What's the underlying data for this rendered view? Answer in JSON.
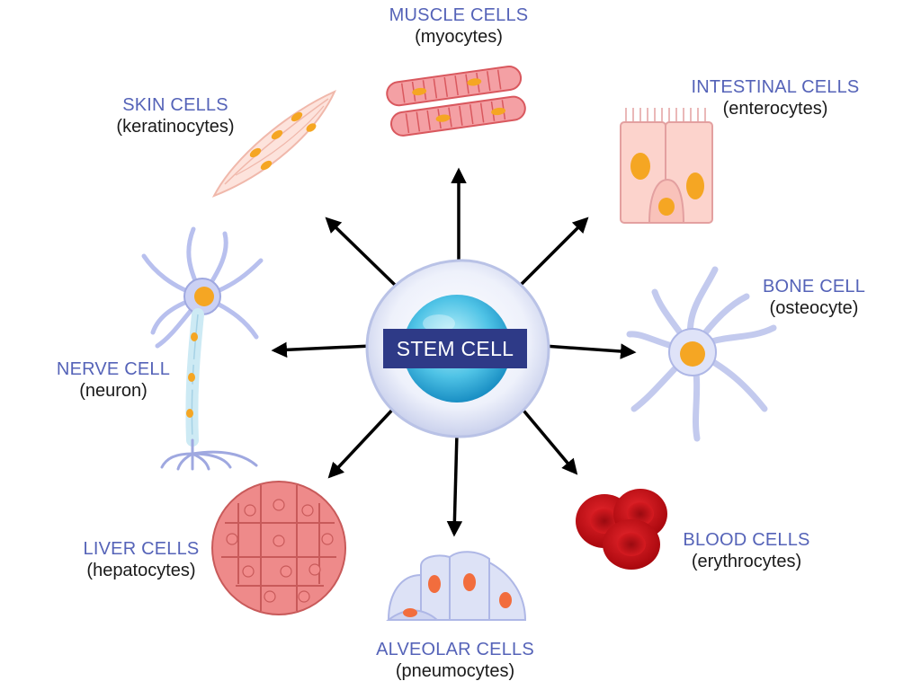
{
  "center": {
    "label": "STEM CELL"
  },
  "cells": [
    {
      "id": "muscle",
      "name": "MUSCLE CELLS",
      "sub": "(myocytes)"
    },
    {
      "id": "intestinal",
      "name": "INTESTINAL CELLS",
      "sub": "(enterocytes)"
    },
    {
      "id": "bone",
      "name": "BONE CELL",
      "sub": "(osteocyte)"
    },
    {
      "id": "blood",
      "name": "BLOOD CELLS",
      "sub": "(erythrocytes)"
    },
    {
      "id": "alveolar",
      "name": "ALVEOLAR CELLS",
      "sub": "(pneumocytes)"
    },
    {
      "id": "liver",
      "name": "LIVER CELLS",
      "sub": "(hepatocytes)"
    },
    {
      "id": "nerve",
      "name": "NERVE CELL",
      "sub": "(neuron)"
    },
    {
      "id": "skin",
      "name": "SKIN CELLS",
      "sub": "(keratinocytes)"
    }
  ],
  "colors": {
    "label_name": "#5563b8",
    "label_sub": "#1a1a1a",
    "center_box": "#2e3a87",
    "center_text": "#ffffff",
    "arrow": "#000000"
  }
}
